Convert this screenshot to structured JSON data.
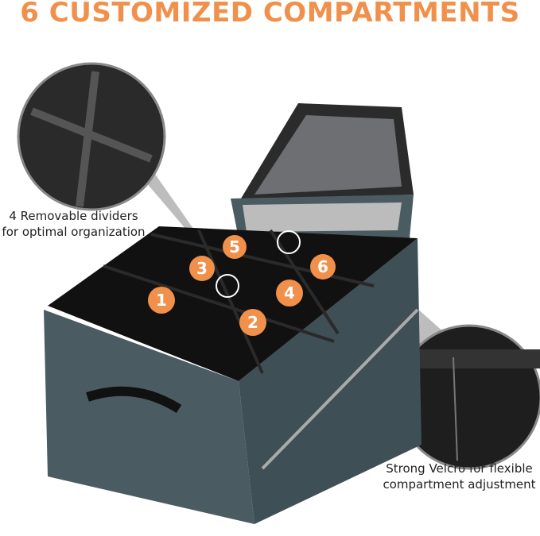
{
  "title": "6 CUSTOMIZED COMPARTMENTS",
  "callouts": {
    "dividers": "4 Removable dividers for optimal organization",
    "velcro": "Strong Velcro for flexible compartment adjustment"
  },
  "compartments": [
    "1",
    "2",
    "3",
    "4",
    "5",
    "6"
  ],
  "colors": {
    "accent": "#f0904a",
    "body": "#4a5c62",
    "interior": "#111111"
  }
}
